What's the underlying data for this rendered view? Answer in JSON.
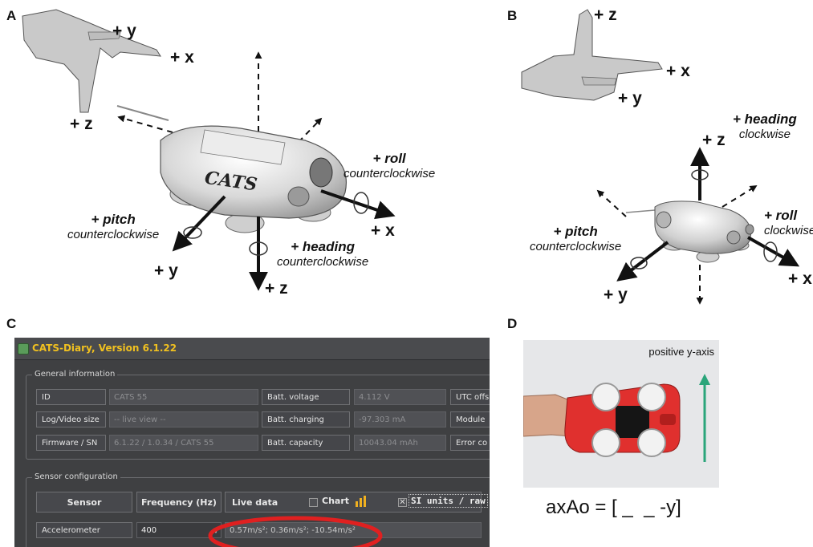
{
  "panels": {
    "a": "A",
    "b": "B",
    "c": "C",
    "d": "D"
  },
  "panel_a": {
    "hand_labels": {
      "y": "+ y",
      "x": "+ x",
      "z": "+ z"
    },
    "tag_text": "CATS",
    "axes": {
      "x": "+ x",
      "y": "+ y",
      "z": "+ z"
    },
    "roll": {
      "title": "+ roll",
      "direction": "counterclockwise"
    },
    "pitch": {
      "title": "+ pitch",
      "direction": "counterclockwise"
    },
    "heading": {
      "title": "+ heading",
      "direction": "counterclockwise"
    }
  },
  "panel_b": {
    "hand_labels": {
      "z": "+ z",
      "x": "+ x",
      "y": "+ y"
    },
    "axes": {
      "x": "+ x",
      "y": "+ y",
      "z": "+ z"
    },
    "heading": {
      "title": "+ heading",
      "direction": "clockwise"
    },
    "roll": {
      "title": "+ roll",
      "direction": "clockwise"
    },
    "pitch": {
      "title": "+ pitch",
      "direction": "counterclockwise"
    }
  },
  "panel_c": {
    "window_title": "CATS-Diary, Version 6.1.22",
    "general": {
      "title": "General information",
      "rows": [
        {
          "label": "ID",
          "value": "CATS 55",
          "label2": "Batt. voltage",
          "value2": "4.112 V",
          "label3": "UTC offs"
        },
        {
          "label": "Log/Video size",
          "value": "-- live view --",
          "label2": "Batt. charging",
          "value2": "-97.303 mA",
          "label3": "Module"
        },
        {
          "label": "Firmware / SN",
          "value": "6.1.22 / 1.0.34 / CATS 55",
          "label2": "Batt. capacity",
          "value2": "10043.04 mAh",
          "label3": "Error co"
        }
      ]
    },
    "sensor": {
      "title": "Sensor configuration",
      "headers": {
        "sensor": "Sensor",
        "frequency": "Frequency (Hz)",
        "live": "Live data",
        "chart": "Chart",
        "si": "SI units / raw"
      },
      "row": {
        "sensor": "Accelerometer",
        "frequency": "400",
        "live": "0.57m/s²; 0.36m/s²; -10.54m/s²"
      }
    },
    "highlight_color": "#e02020"
  },
  "panel_d": {
    "photo_label": "positive y-axis",
    "formula": "axAo = [ _  _ -y]",
    "arrow_color": "#2aa57a"
  }
}
